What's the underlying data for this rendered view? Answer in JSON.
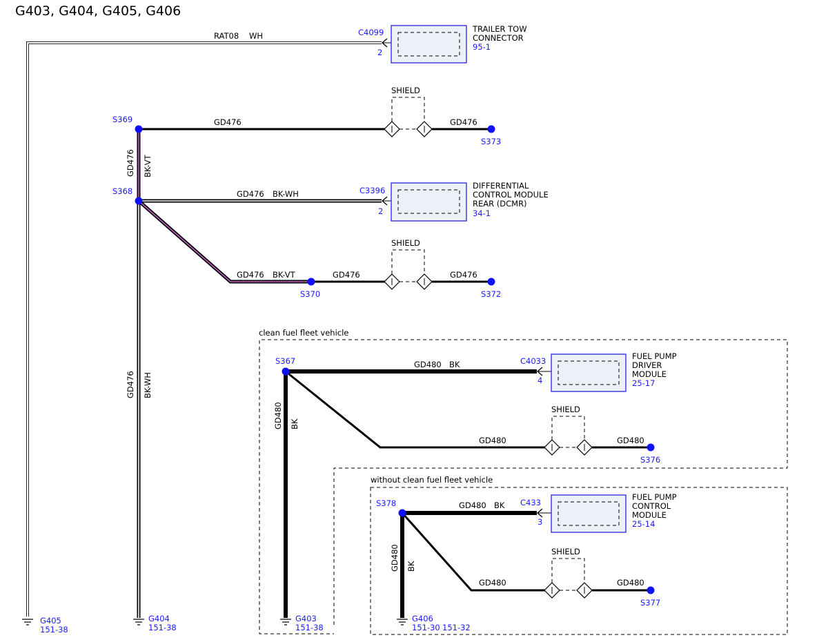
{
  "title": "G403, G404, G405, G406",
  "colors": {
    "wire": "#000000",
    "splice": "#1010ff",
    "ref_text": "#1a1aff",
    "connector_fill": "#eef0f8"
  },
  "wires": {
    "rat08": "RAT08",
    "rat08_color": "WH",
    "gd476": "GD476",
    "gd480": "GD480",
    "bk_vt": "BK-VT",
    "bk_wh": "BK-WH",
    "bk": "BK"
  },
  "shield": "SHIELD",
  "splices": {
    "s369": "S369",
    "s368": "S368",
    "s373": "S373",
    "s370": "S370",
    "s372": "S372",
    "s367": "S367",
    "s376": "S376",
    "s378": "S378",
    "s377": "S377"
  },
  "connectors": {
    "trailer": {
      "id": "C4099",
      "pin": "2",
      "name": [
        "TRAILER TOW",
        "CONNECTOR"
      ],
      "ref": "95-1"
    },
    "dcmr": {
      "id": "C3396",
      "pin": "2",
      "name": [
        "DIFFERENTIAL",
        "CONTROL MODULE",
        "REAR (DCMR)"
      ],
      "ref": "34-1"
    },
    "fpdm": {
      "id": "C4033",
      "pin": "4",
      "name": [
        "FUEL PUMP",
        "DRIVER",
        "MODULE"
      ],
      "ref": "25-17"
    },
    "fpcm": {
      "id": "C433",
      "pin": "3",
      "name": [
        "FUEL PUMP",
        "CONTROL",
        "MODULE"
      ],
      "ref": "25-14"
    }
  },
  "grounds": {
    "g405": {
      "id": "G405",
      "ref": "151-38"
    },
    "g404": {
      "id": "G404",
      "ref": "151-38"
    },
    "g403": {
      "id": "G403",
      "ref": "151-38"
    },
    "g406": {
      "id": "G406",
      "ref": "151-30",
      "ref2": "151-32"
    }
  },
  "regions": {
    "clean": "clean fuel fleet vehicle",
    "without": "without clean fuel fleet vehicle"
  }
}
